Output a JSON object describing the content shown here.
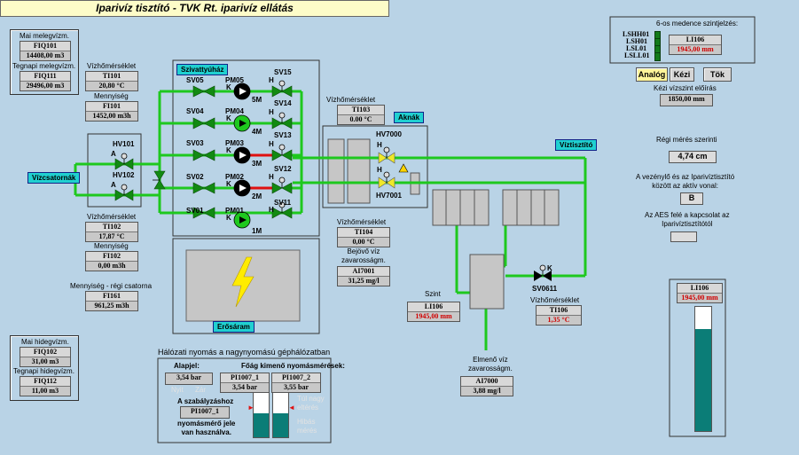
{
  "title": "Iparivíz tisztító  -  TVK Rt. iparivíz ellátás",
  "left": {
    "mai_meleg_label": "Mai melegvízm.",
    "fiq101_tag": "FIQ101",
    "fiq101_val": "14408,00  m3",
    "tegnapi_meleg_label": "Tegnapi melegvízm.",
    "fiq111_tag": "FIQ111",
    "fiq111_val": "29496,00  m3",
    "vizho1_label": "Vízhőmérséklet",
    "ti101_tag": "TI101",
    "ti101_val": "20,80  °C",
    "menny1_label": "Mennyiség",
    "fi101_tag": "FI101",
    "fi101_val": "1452,00 m3h",
    "vizho2_label": "Vízhőmérséklet",
    "ti102_tag": "TI102",
    "ti102_val": "17,87  °C",
    "menny2_label": "Mennyiség",
    "fi102_tag": "FI102",
    "fi102_val": "0,00 m3h",
    "menny_regi_label": "Mennyiség - régi csatorna",
    "fi161_tag": "FI161",
    "fi161_val": "961,25 m3h",
    "mai_hideg_label": "Mai hidegvízm.",
    "fiq102_tag": "FIQ102",
    "fiq102_val": "31,00  m3",
    "tegnapi_hideg_label": "Tegnapi hidegvízm.",
    "fiq112_tag": "FIQ112",
    "fiq112_val": "11,00  m3",
    "vizcsatornak": "Vízcsatornák",
    "hv101": "HV101",
    "hv102": "HV102",
    "a1": "A",
    "a2": "A"
  },
  "pumps": {
    "section": "Szivattyúház",
    "rows": [
      {
        "sv_left": "SV05",
        "pm": "PM05",
        "k": "K",
        "size": "5M",
        "sv_right": "SV15",
        "sv_right2": "SV14",
        "h": "H",
        "running": false
      },
      {
        "sv_left": "SV04",
        "pm": "PM04",
        "k": "K",
        "size": "4M",
        "sv_right": "SV13",
        "h": "H",
        "running": true
      },
      {
        "sv_left": "SV03",
        "pm": "PM03",
        "k": "K",
        "size": "3M",
        "sv_right": "SV12",
        "h": "H",
        "running": false
      },
      {
        "sv_left": "SV02",
        "pm": "PM02",
        "k": "K",
        "size": "2M",
        "sv_right": "SV11",
        "h": "H",
        "running": false
      },
      {
        "sv_left": "SV01",
        "pm": "PM01",
        "k": "K",
        "size": "1M",
        "sv_right": "",
        "h": "H",
        "running": true
      }
    ],
    "erosaram": "Erősáram"
  },
  "center": {
    "vizho3_label": "Vízhőmérséklet",
    "ti103_tag": "TI103",
    "ti103_val": "0.00  °C",
    "aknak": "Aknák",
    "hv7000": "HV7000",
    "hv7001": "HV7001",
    "h1": "H",
    "h2": "H",
    "viztisztito": "Víztisztító",
    "vizho4_label": "Vízhőmérséklet",
    "ti104_tag": "TI104",
    "ti104_val": "0,00  °C",
    "bejovo_label": "Bejövő víz\nzavarosságm.",
    "ai7001_tag": "AI7001",
    "ai7001_val": "31,25  mg/l",
    "szint_label": "Szint",
    "li106_tag": "LI106",
    "li106_val": "1945,00  mm",
    "sv0611": "SV0611",
    "k": "K",
    "vizho5_label": "Vízhőmérséklet",
    "ti106_tag": "TI106",
    "ti106_val": "1,35  °C",
    "elmeno_label": "Elmenő víz\nzavarosságm.",
    "ai7000_tag": "AI7000",
    "ai7000_val": "3,88  mg/l"
  },
  "pressure": {
    "title": "Hálózati nyomás a nagynyomású géphálózatban",
    "alapjel": "Alapjel:",
    "fog_label": "Főág kimenő nyomásmérések:",
    "alap_val": "3,54  bar",
    "pi1_tag": "PI1007_1",
    "pi1_val": "3,54  bar",
    "pi2_tag": "PI1007_2",
    "pi2_val": "3,55  bar",
    "nyit": "Nyit",
    "zar": "Zár",
    "szab_label": "A szabályzáshoz",
    "pi_sel": "PI1007_1",
    "nyomas_label": "nyomásmérő jele\nvan használva.",
    "tul_nagy": "Túl nagy\neltérés",
    "hibas": "Hibás\nmérés",
    "bar1_level": 0.55,
    "bar2_level": 0.55
  },
  "right": {
    "medence_label": "6-os medence szintjelzés:",
    "lshh01": "LSHH01",
    "lsh01": "LSH01",
    "lsl01": "LSL01",
    "lsll01": "LSLL01",
    "li106_tag": "LI106",
    "li106_val": "1945,00  mm",
    "mode_buttons": [
      "Analóg",
      "Kézi",
      "Tök"
    ],
    "kezi_label": "Kézi vízszint előírás",
    "kezi_val": "1850,00  mm",
    "regi_label": "Régi mérés szerinti",
    "regi_val": "4,74      cm",
    "vezenyl_label": "A vezénylő és az Iparivíztisztító\nközött az aktív vonal:",
    "vezenyl_val": "B",
    "aes_label": "Az AES felé a kapcsolat az\nIparivíztisztítótól",
    "tank_tag": "LI106",
    "tank_val": "1945,00  mm",
    "tank_level": 0.82
  },
  "colors": {
    "pipe": "#1ec81e",
    "pipe_red": "#e01010",
    "valve": "#128a12",
    "bg": "#b9d3e6",
    "cyan": "#20d0d0",
    "tank_fill": "#0b7d77"
  }
}
